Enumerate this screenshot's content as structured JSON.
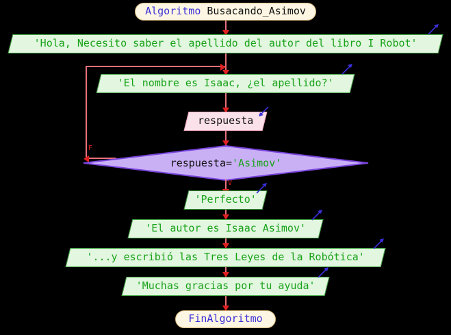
{
  "diagram": {
    "type": "flowchart",
    "language": "pseudocode-es",
    "background_color": "#000000",
    "connector_color": "#e8707a",
    "arrowhead_color": "#e02020"
  },
  "start": {
    "keyword": "Algoritmo",
    "name": "Busacando_Asimov",
    "fill": "#fdf6e3",
    "border": "#d8b878",
    "keyword_color": "#3b2fd8"
  },
  "end": {
    "label": "FinAlgoritmo",
    "fill": "#fdf6e3",
    "border": "#d8b878",
    "label_color": "#3b2fd8"
  },
  "nodes": [
    {
      "id": "out1",
      "kind": "output",
      "text": "'Hola, Necesito saber el apellido del autor del libro I Robot'",
      "icon": "output-arrow-icon"
    },
    {
      "id": "out2",
      "kind": "output",
      "text": "'El nombre es Isaac, ¿el apellido?'",
      "icon": "output-arrow-icon"
    },
    {
      "id": "in1",
      "kind": "input",
      "text": "respuesta",
      "icon": "input-arrow-icon"
    },
    {
      "id": "dec1",
      "kind": "decision",
      "expr_lhs": "respuesta=",
      "expr_rhs": "'Asimov'",
      "true_label": "V",
      "false_label": "F"
    },
    {
      "id": "out3",
      "kind": "output",
      "text": "'Perfecto'",
      "icon": "output-arrow-icon"
    },
    {
      "id": "out4",
      "kind": "output",
      "text": "'El autor es Isaac Asimov'",
      "icon": "output-arrow-icon"
    },
    {
      "id": "out5",
      "kind": "output",
      "text": "'...y escribió las Tres Leyes de la Robótica'",
      "icon": "output-arrow-icon"
    },
    {
      "id": "out6",
      "kind": "output",
      "text": "'Muchas gracias por tu ayuda'",
      "icon": "output-arrow-icon"
    }
  ],
  "colors": {
    "output_fill": "#e2f6e0",
    "output_border": "#3ca03c",
    "output_text": "#19a319",
    "input_fill": "#fbe1ea",
    "input_border": "#eea6c0",
    "input_text": "#111111",
    "decision_fill": "#c9b0f5",
    "decision_border": "#7a44dd",
    "string_literal": "#19a319",
    "identifier": "#111111",
    "io_arrow": "#3b2fd8"
  }
}
